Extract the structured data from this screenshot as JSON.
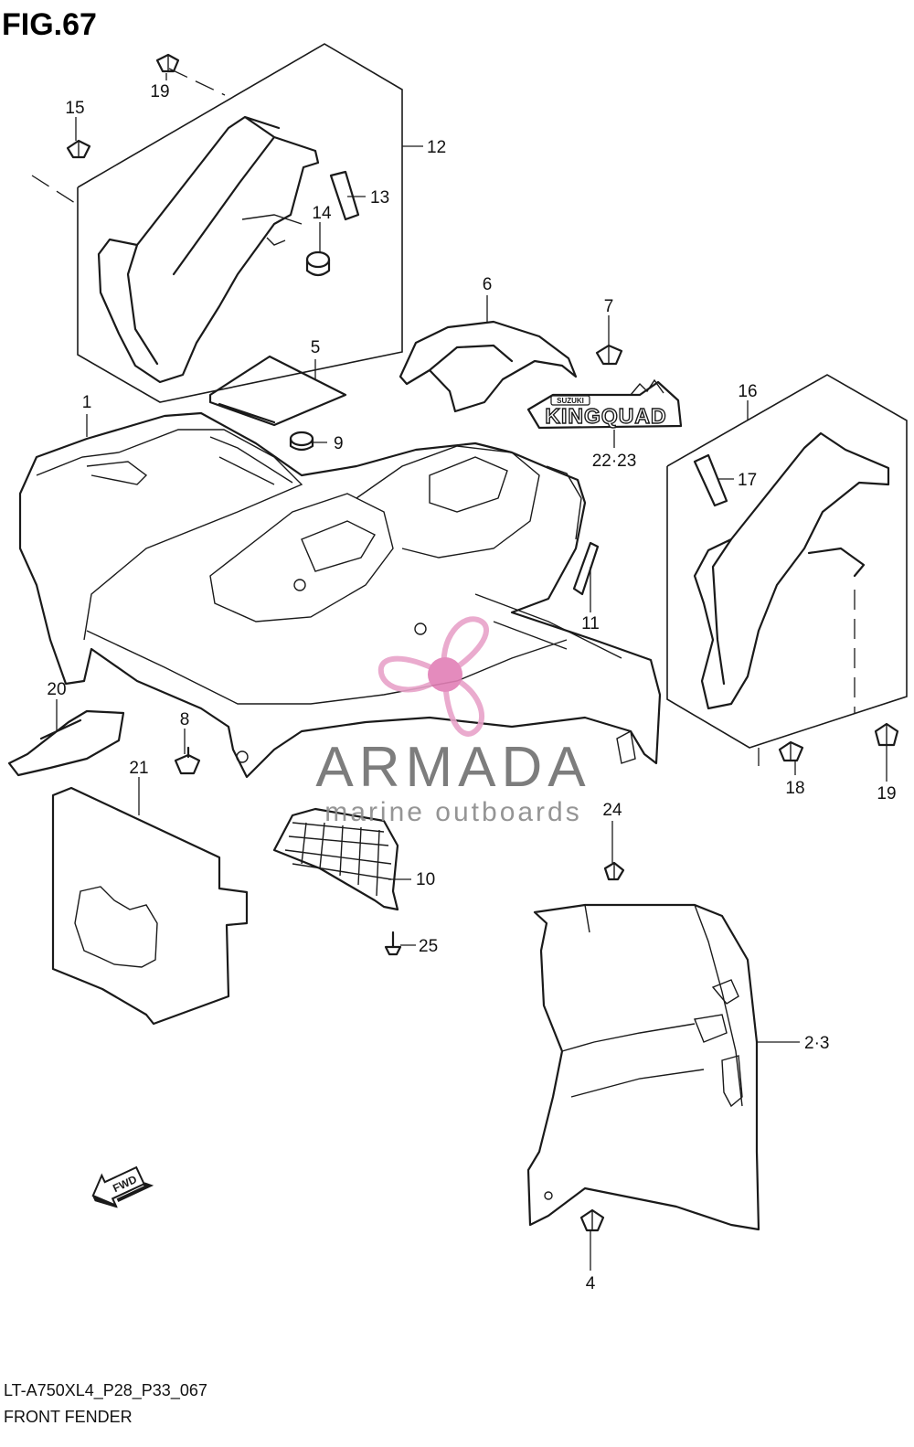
{
  "figure": {
    "title": "FIG.67",
    "model_code": "LT-A750XL4_P28_P33_067",
    "section_name": "FRONT FENDER"
  },
  "callouts": [
    {
      "id": "c1",
      "label": "1"
    },
    {
      "id": "c23",
      "label": "2·3"
    },
    {
      "id": "c4",
      "label": "4"
    },
    {
      "id": "c5",
      "label": "5"
    },
    {
      "id": "c6",
      "label": "6"
    },
    {
      "id": "c7",
      "label": "7"
    },
    {
      "id": "c8",
      "label": "8"
    },
    {
      "id": "c9",
      "label": "9"
    },
    {
      "id": "c10",
      "label": "10"
    },
    {
      "id": "c11",
      "label": "11"
    },
    {
      "id": "c12",
      "label": "12"
    },
    {
      "id": "c13",
      "label": "13"
    },
    {
      "id": "c14",
      "label": "14"
    },
    {
      "id": "c15",
      "label": "15"
    },
    {
      "id": "c16",
      "label": "16"
    },
    {
      "id": "c17",
      "label": "17"
    },
    {
      "id": "c18",
      "label": "18"
    },
    {
      "id": "c19a",
      "label": "19"
    },
    {
      "id": "c19b",
      "label": "19"
    },
    {
      "id": "c20",
      "label": "20"
    },
    {
      "id": "c21",
      "label": "21"
    },
    {
      "id": "c2223",
      "label": "22·23"
    },
    {
      "id": "c24",
      "label": "24"
    },
    {
      "id": "c25",
      "label": "25"
    }
  ],
  "emblem": {
    "brand": "SUZUKI",
    "model": "KINGQUAD"
  },
  "direction_arrow": {
    "label": "FWD",
    "icon": "fwd-arrow-icon"
  },
  "watermark": {
    "word": "ARMADA",
    "tagline": "marine outboards",
    "icon": "propeller-logo-icon",
    "accent_color": "#e8a3c9",
    "hub_color": "#e27fb6"
  }
}
